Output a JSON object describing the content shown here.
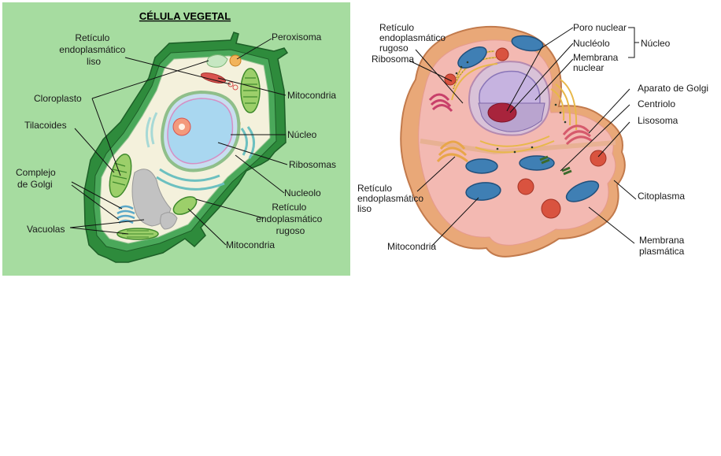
{
  "plant": {
    "title": "CÉLULA VEGETAL",
    "labels": {
      "reticulo_liso": [
        "Retículo",
        "endoplasmático",
        "liso"
      ],
      "cloroplasto": "Cloroplasto",
      "tilacoides": "Tilacoides",
      "golgi": [
        "Complejo",
        "de Golgi"
      ],
      "vacuolas": "Vacuolas",
      "peroxisoma": "Peroxisoma",
      "mitocondria_top": "Mitocondria",
      "nucleo": "Núcleo",
      "ribosomas": "Ribosomas",
      "nucleolo": "Nucleolo",
      "reticulo_rugoso": [
        "Retículo",
        "endoplasmático",
        "rugoso"
      ],
      "mitocondria_bottom": "Mitocondria"
    },
    "colors": {
      "background": "#a6dca0",
      "wall": "#2e8b3c",
      "cytoplasm": "#f4f1dc",
      "nucleus": "#a9d7f0"
    }
  },
  "animal": {
    "labels": {
      "reticulo_rugoso": [
        "Retículo",
        "endoplasmático",
        "rugoso"
      ],
      "ribosoma": "Ribosoma",
      "poro_nuclear": "Poro nuclear",
      "nucleolo": "Nucléolo",
      "membrana_nuclear": [
        "Membrana",
        "nuclear"
      ],
      "nucleo": "Núcleo",
      "golgi": "Aparato de Golgi",
      "centriolo": "Centriolo",
      "lisosoma": "Lisosoma",
      "reticulo_liso": [
        "Retículo",
        "endoplasmático",
        "liso"
      ],
      "citoplasma": "Citoplasma",
      "mitocondria": "Mitocondria",
      "membrana_plasmatica": [
        "Membrana",
        "plasmática"
      ]
    },
    "colors": {
      "membrane": "#e9a878",
      "cytoplasm": "#f3b9b2",
      "mitochondria": "#3f7fb4",
      "lysosome": "#d9533f"
    }
  }
}
